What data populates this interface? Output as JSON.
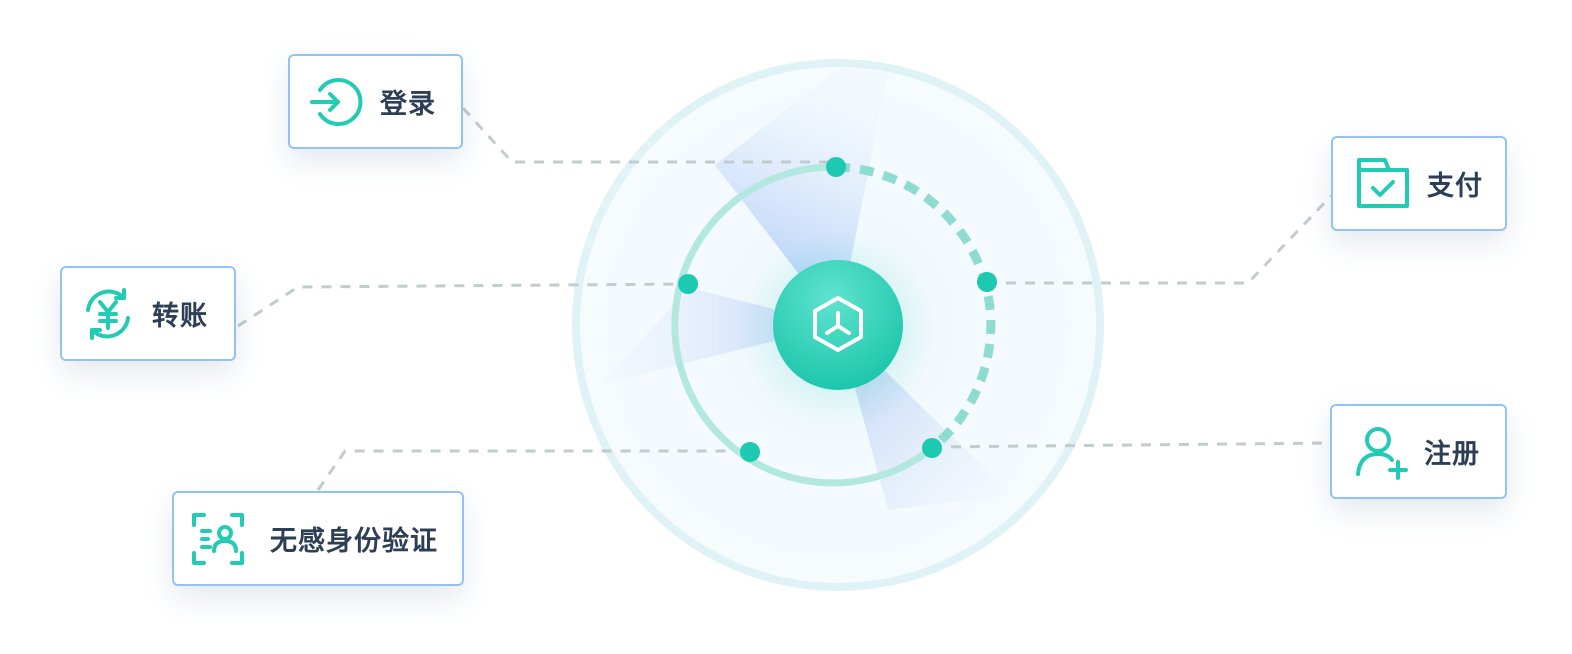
{
  "diagram": {
    "accent_color": "#22ccb4",
    "border_color": "#93c3f5",
    "hub_icon": "hexagon-network-icon"
  },
  "nodes": [
    {
      "id": "login",
      "label": "登录",
      "icon": "login-arrow-icon"
    },
    {
      "id": "transfer",
      "label": "转账",
      "icon": "yen-exchange-icon"
    },
    {
      "id": "faceid",
      "label": "无感身份验证",
      "icon": "face-scan-icon"
    },
    {
      "id": "pay",
      "label": "支付",
      "icon": "wallet-check-icon"
    },
    {
      "id": "register",
      "label": "注册",
      "icon": "add-user-icon"
    }
  ]
}
